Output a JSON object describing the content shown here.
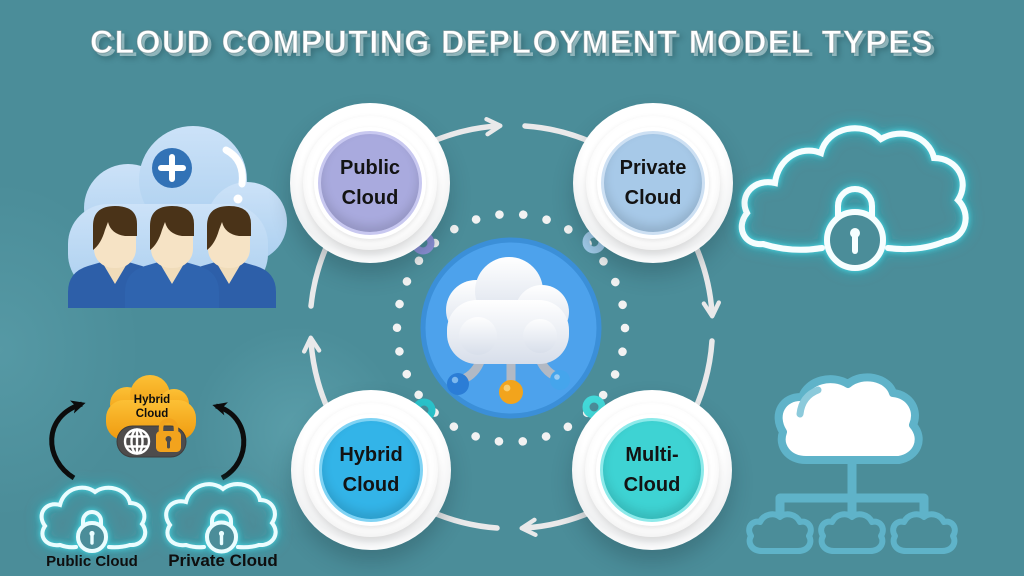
{
  "title": "CLOUD COMPUTING DEPLOYMENT MODEL TYPES",
  "ring": {
    "direction": "clockwise",
    "center_icon": "cloud-3d-network-icon",
    "center_color": "#4da2ec",
    "nodes": [
      {
        "name": "public-cloud",
        "line1": "Public",
        "line2": "Cloud",
        "color": "#a9aade"
      },
      {
        "name": "private-cloud",
        "line1": "Private",
        "line2": "Cloud",
        "color": "#a7c9e8"
      },
      {
        "name": "hybrid-cloud",
        "line1": "Hybrid",
        "line2": "Cloud",
        "color": "#33b4e8"
      },
      {
        "name": "multi-cloud",
        "line1": "Multi-",
        "line2": "Cloud",
        "color": "#3ed3d3"
      }
    ]
  },
  "hybrid_diagram": {
    "cloud_line1": "Hybrid",
    "cloud_line2": "Cloud",
    "cloud_color": "#f7a71b",
    "left_cloud_label": "Public Cloud",
    "right_cloud_label": "Private Cloud"
  },
  "illustrations": {
    "top_left": "users-shared-cloud-illustration",
    "top_right": "neon-secure-cloud-lock-icon",
    "bottom_left": "hybrid-cloud-flow-illustration",
    "bottom_right": "multi-cloud-network-icon"
  },
  "colors": {
    "background": "#4b8d99",
    "ring_stroke": "#e9e9ea",
    "dotted_ring": "#f2f2f2",
    "neon_glow": "#46e2ee",
    "orange_lock": "#f2a31d",
    "dark_pill": "#4e4c4c",
    "network_outline": "#5fb3c9",
    "ball_left": "#2b7dd6",
    "ball_middle": "#f2a41c",
    "ball_right": "#45a5ec"
  }
}
